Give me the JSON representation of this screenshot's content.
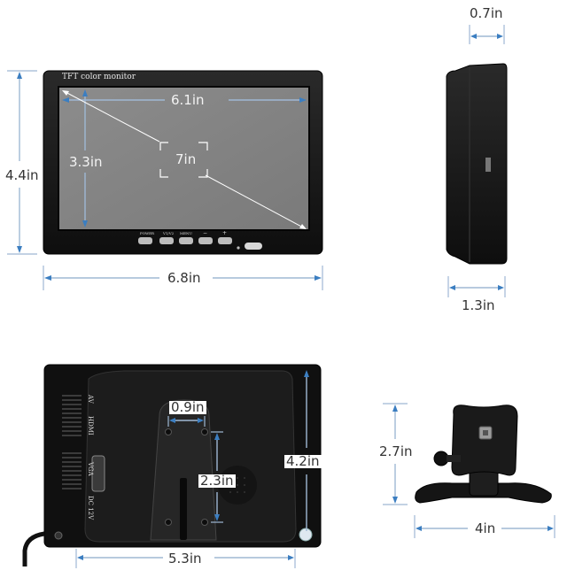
{
  "front_view": {
    "screen_caption": "TFT color monitor",
    "screen_width": "6.1in",
    "screen_height": "3.3in",
    "screen_diagonal": "7in",
    "overall_height": "4.4in",
    "overall_width": "6.8in",
    "button_labels": [
      "POWER",
      "V1/V2",
      "MENU",
      "−",
      "+"
    ]
  },
  "side_view": {
    "top_depth": "0.7in",
    "bottom_depth": "1.3in"
  },
  "back_view": {
    "mount_spacing": "0.9in",
    "mount_height": "2.3in",
    "overall_height": "4.2in",
    "overall_width": "5.3in",
    "ports": [
      "AV",
      "HDMI",
      "VGA",
      "DC 12V"
    ]
  },
  "stand_view": {
    "height": "2.7in",
    "width": "4in"
  },
  "colors": {
    "dimension_line": "#9fb8d4",
    "dimension_arrow": "#3b7ec1",
    "device": "#141414",
    "screen": "#888888",
    "text": "#333333"
  }
}
